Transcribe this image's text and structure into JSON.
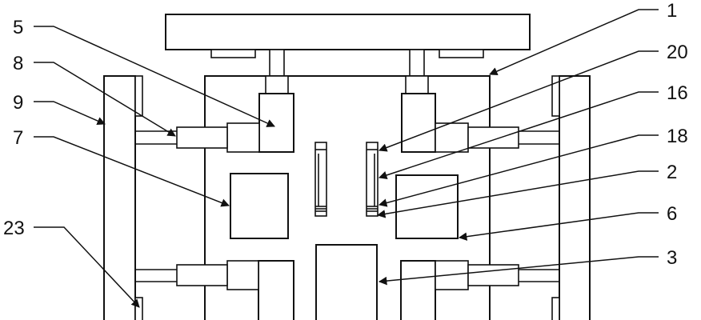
{
  "callouts": {
    "right": [
      "1",
      "20",
      "16",
      "18",
      "2",
      "6",
      "3"
    ],
    "left": [
      "5",
      "8",
      "9",
      "7",
      "23"
    ]
  },
  "colors": {
    "line": "#111111",
    "background": "#ffffff"
  }
}
